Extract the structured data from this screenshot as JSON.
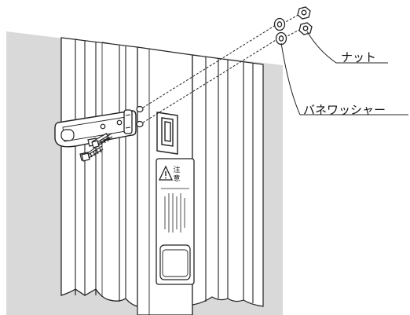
{
  "labels": {
    "nut": "ナット",
    "spring_washer": "バネワッシャー"
  },
  "warning_label": {
    "char_1": "注",
    "char_2": "意"
  },
  "colors": {
    "panel_fill": "#d9d9d9",
    "panel_dark": "#b0b0b0",
    "line": "#222222",
    "hardware": "#ffffff"
  },
  "icons": [
    "warning-triangle-icon",
    "bolt-icon",
    "nut-icon",
    "spring-washer-icon",
    "hinge-bracket-icon",
    "door-handle-icon"
  ]
}
